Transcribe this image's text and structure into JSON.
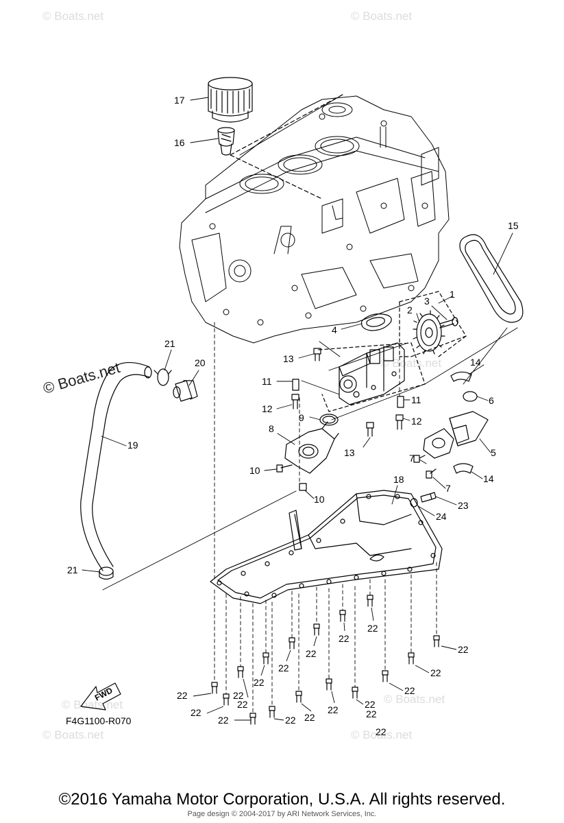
{
  "watermarks": {
    "top_left": "© Boats.net",
    "top_right": "© Boats.net",
    "mid_left": "© Boats.net",
    "center": "© Boats.net",
    "bottom_center": "© Boats.net",
    "bottom_left": "© Boats.net",
    "bottom_right": "© Boats.net"
  },
  "diagram_code": "F4G1100-R070",
  "fwd_label": "FWD",
  "footer": {
    "copyright": "©2016 Yamaha Motor Corporation, U.S.A. All rights reserved.",
    "credit": "Page design © 2004-2017 by ARI Network Services, Inc."
  },
  "callouts": {
    "c1": "1",
    "c2": "2",
    "c3": "3",
    "c4": "4",
    "c5": "5",
    "c6": "6",
    "c7a": "7",
    "c7b": "7",
    "c8": "8",
    "c9": "9",
    "c10a": "10",
    "c10b": "10",
    "c11a": "11",
    "c11b": "11",
    "c12a": "12",
    "c12b": "12",
    "c13a": "13",
    "c13b": "13",
    "c14a": "14",
    "c14b": "14",
    "c15": "15",
    "c16": "16",
    "c17": "17",
    "c18": "18",
    "c19": "19",
    "c20": "20",
    "c21a": "21",
    "c21b": "21",
    "c23": "23",
    "c24": "24",
    "c22_1": "22",
    "c22_2": "22",
    "c22_3": "22",
    "c22_4": "22",
    "c22_5": "22",
    "c22_6": "22",
    "c22_7": "22",
    "c22_8": "22",
    "c22_9": "22",
    "c22_10": "22",
    "c22_11": "22",
    "c22_12": "22",
    "c22_13": "22",
    "c22_14": "22",
    "c22_15": "22",
    "c22_16": "22",
    "c22_17": "22",
    "c22_18": "22",
    "c22_19": "22"
  }
}
